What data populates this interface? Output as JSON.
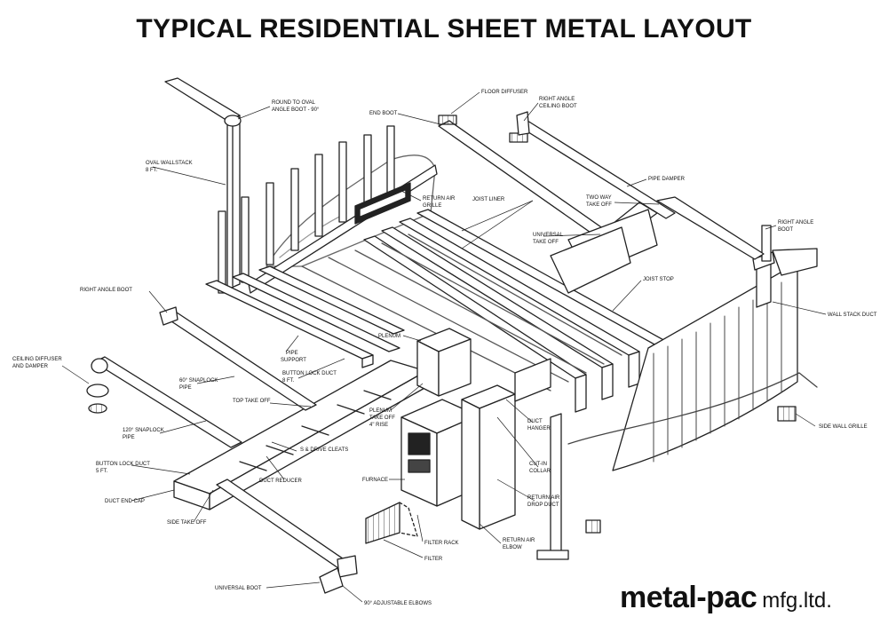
{
  "title": "TYPICAL RESIDENTIAL SHEET METAL LAYOUT",
  "brand": {
    "name": "metal-pac",
    "suffix": "mfg.ltd."
  },
  "labels": {
    "round_to_oval": [
      "ROUND TO OVAL",
      "ANGLE BOOT - 90°"
    ],
    "oval_wallstack": [
      "OVAL WALLSTACK",
      "8 FT."
    ],
    "floor_diffuser": [
      "FLOOR DIFFUSER"
    ],
    "right_angle_ceiling_boot": [
      "RIGHT ANGLE",
      "CEILING BOOT"
    ],
    "end_boot": [
      "END BOOT"
    ],
    "pipe_damper": [
      "PIPE DAMPER"
    ],
    "return_air_grille": [
      "RETURN AIR",
      "GRILLE"
    ],
    "two_way_takeoff": [
      "TWO WAY",
      "TAKE OFF"
    ],
    "joist_liner": [
      "JOIST LINER"
    ],
    "universal_takeoff": [
      "UNIVERSAL",
      "TAKE OFF"
    ],
    "right_angle_boot_right": [
      "RIGHT ANGLE",
      "BOOT"
    ],
    "right_angle_boot_left": [
      "RIGHT ANGLE BOOT"
    ],
    "joist_stop": [
      "JOIST STOP"
    ],
    "wall_stack_duct": [
      "WALL STACK DUCT"
    ],
    "plenum": [
      "PLENUM"
    ],
    "ceiling_diffuser": [
      "CEILING DIFFUSER",
      "AND DAMPER"
    ],
    "pipe_support": [
      "PIPE",
      "SUPPORT"
    ],
    "button_lock_duct_8": [
      "BUTTON LOCK DUCT",
      "8 FT."
    ],
    "snaplock_60": [
      "60° SNAPLOCK",
      "PIPE"
    ],
    "top_takeoff": [
      "TOP TAKE OFF"
    ],
    "plenum_takeoff": [
      "PLENUM",
      "TAKE OFF",
      "4\" RISE"
    ],
    "duct_hanger": [
      "DUCT",
      "HANGER"
    ],
    "side_wall_grille": [
      "SIDE WALL GRILLE"
    ],
    "snaplock_120": [
      "120° SNAPLOCK",
      "PIPE"
    ],
    "s_drive_cleats": [
      "S & DRIVE CLEATS"
    ],
    "button_lock_duct_5": [
      "BUTTON LOCK DUCT",
      "5 FT."
    ],
    "duct_reducer": [
      "DUCT REDUCER"
    ],
    "cut_in_collar": [
      "CUT-IN",
      "COLLAR"
    ],
    "furnace": [
      "FURNACE"
    ],
    "return_air_drop_duct": [
      "RETURN AIR",
      "DROP DUCT"
    ],
    "duct_end_cap": [
      "DUCT END CAP"
    ],
    "side_takeoff": [
      "SIDE TAKE OFF"
    ],
    "filter_rack": [
      "FILTER RACK"
    ],
    "return_air_elbow": [
      "RETURN AIR",
      "ELBOW"
    ],
    "filter": [
      "FILTER"
    ],
    "universal_boot": [
      "UNIVERSAL BOOT"
    ],
    "adjustable_elbows": [
      "90° ADJUSTABLE ELBOWS"
    ]
  }
}
